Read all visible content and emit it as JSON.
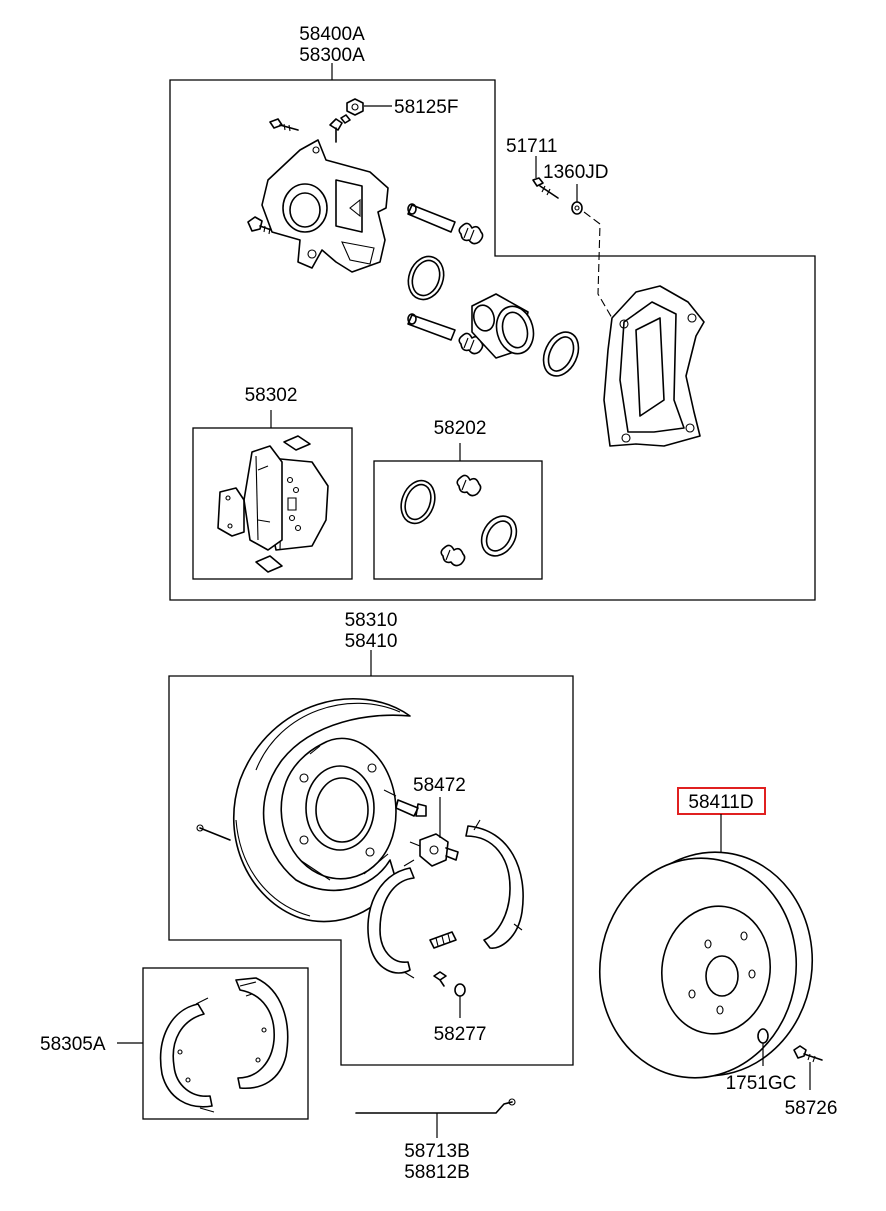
{
  "labels": {
    "caliper_assy_a": "58400A",
    "caliper_assy_b": "58300A",
    "bleeder": "58125F",
    "bolt": "51711",
    "washer": "1360JD",
    "pad_kit": "58302",
    "seal_kit": "58202",
    "backing_plate_a": "58310",
    "backing_plate_b": "58410",
    "adjuster": "58472",
    "spring_kit": "58277",
    "shoe_kit": "58305A",
    "disc": "58411D",
    "nut": "1751GC",
    "hub_bolt": "58726",
    "cable_a": "58713B",
    "cable_b": "58812B"
  },
  "colors": {
    "line": "#000000",
    "background": "#ffffff",
    "highlight": "#e02020"
  }
}
